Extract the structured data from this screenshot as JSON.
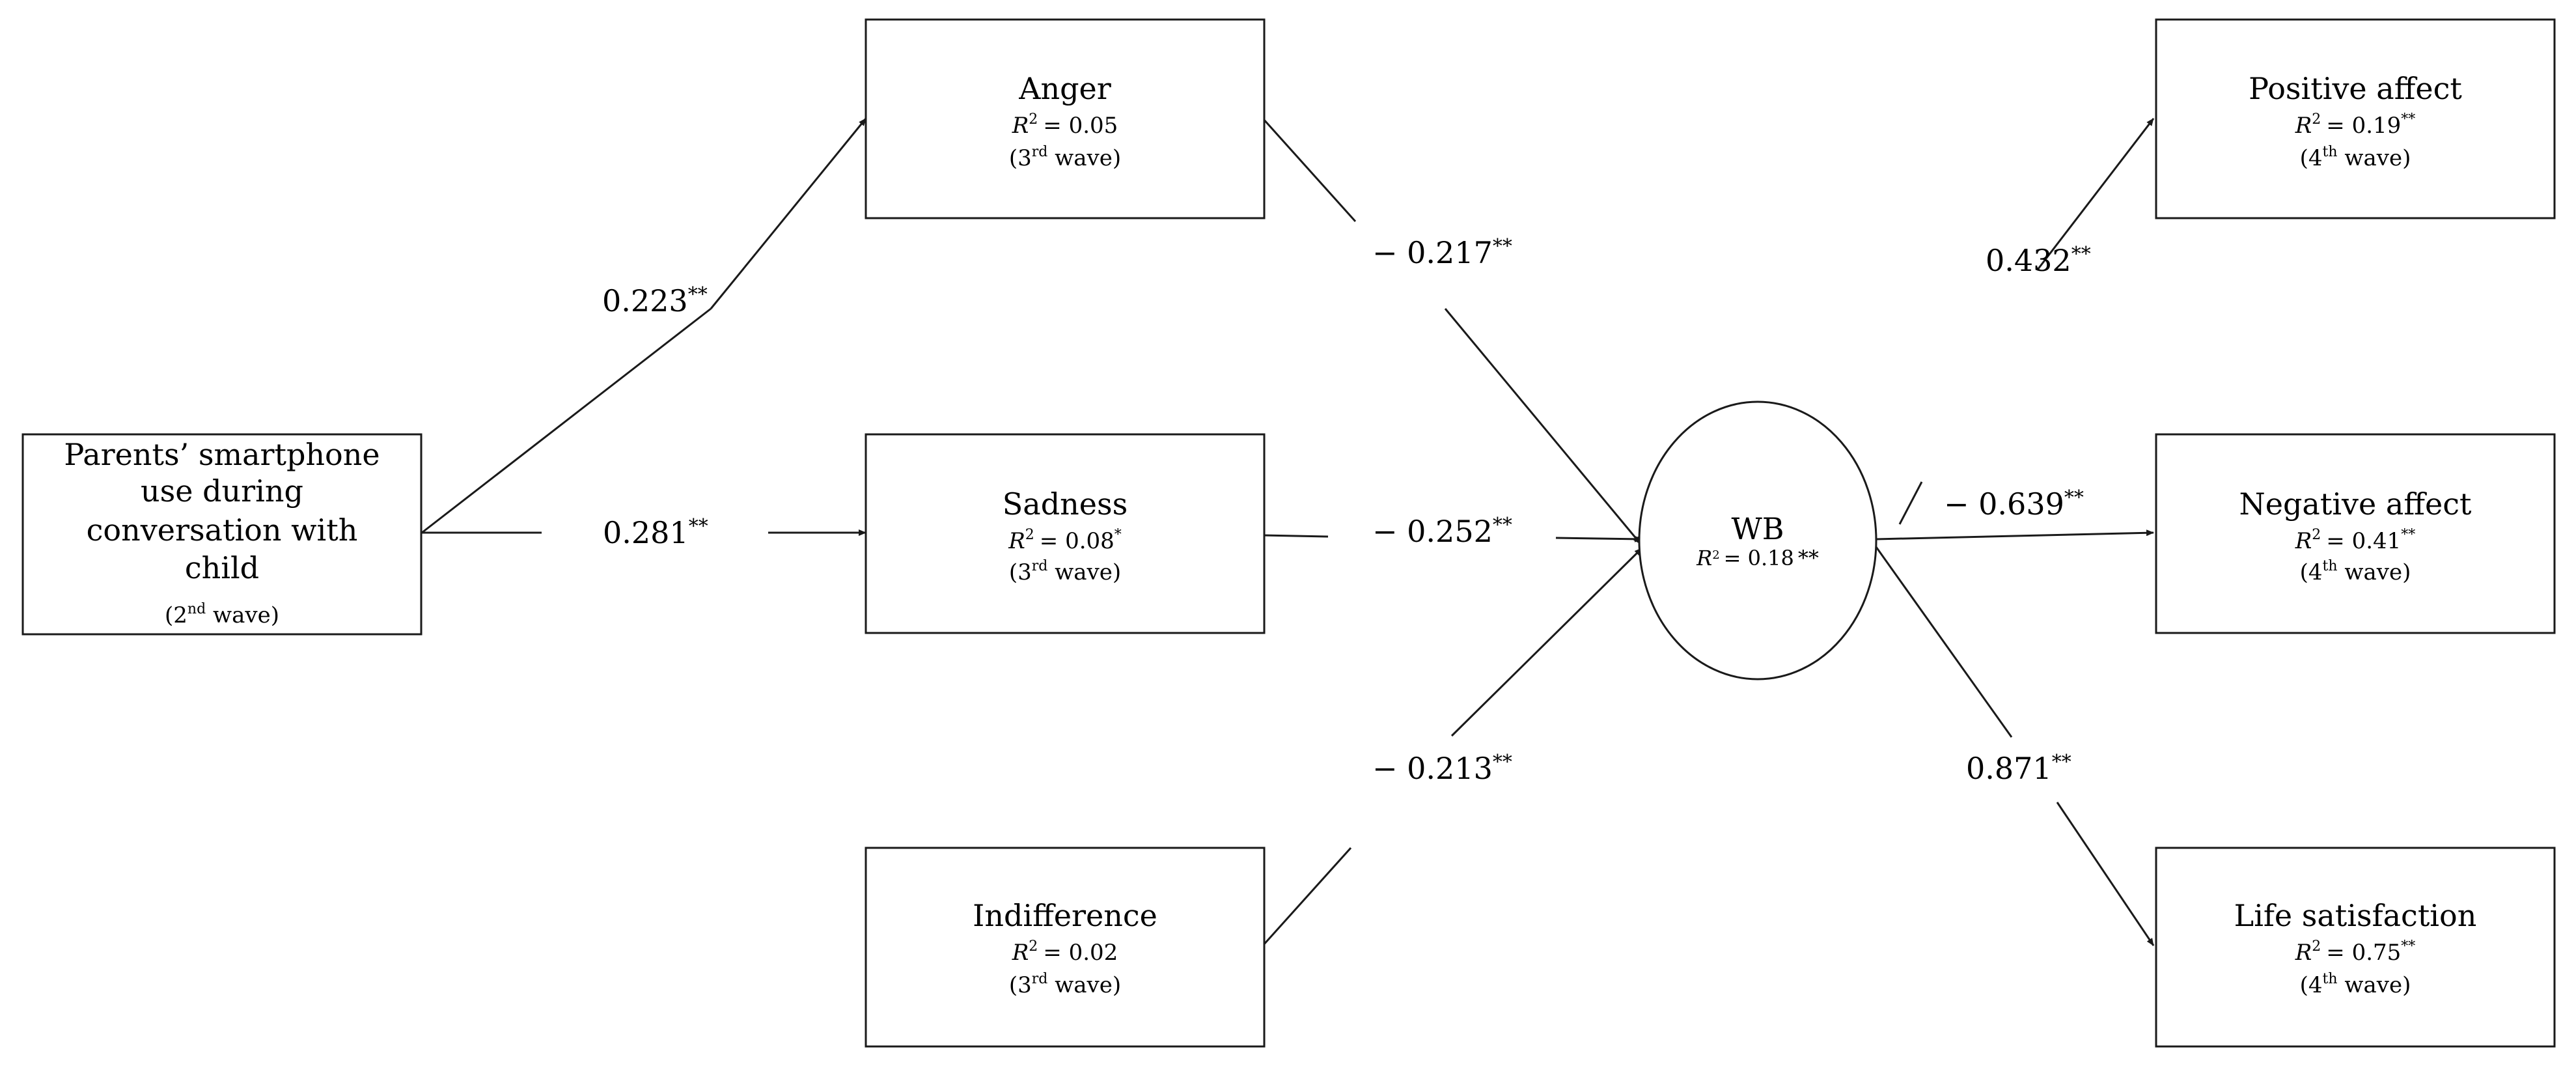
{
  "nodes": {
    "predictor": {
      "title_lines": [
        "Parents’ smartphone",
        "use during",
        "conversation  with",
        "child"
      ],
      "wave": "(2",
      "wave_sup": "nd",
      "wave_suffix": " wave)"
    },
    "anger": {
      "title": "Anger",
      "r2": "= 0.05",
      "r2_sup": "",
      "wave": "(3",
      "wave_sup": "rd",
      "wave_suffix": " wave)"
    },
    "sadness": {
      "title": "Sadness",
      "r2": "= 0.08",
      "r2_sup": "*",
      "wave": "(3",
      "wave_sup": "rd",
      "wave_suffix": " wave)"
    },
    "indifference": {
      "title": "Indifference",
      "r2": "= 0.02",
      "r2_sup": "",
      "wave": "(3",
      "wave_sup": "rd",
      "wave_suffix": " wave)"
    },
    "wb": {
      "title": "WB",
      "r2": "= 0.18",
      "r2_sup": "**"
    },
    "positive_affect": {
      "title": "Positive  affect",
      "r2": "= 0.19",
      "r2_sup": "**",
      "wave": "(4",
      "wave_sup": "th",
      "wave_suffix": " wave)"
    },
    "negative_affect": {
      "title": "Negative  affect",
      "r2": "= 0.41",
      "r2_sup": "**",
      "wave": "(4",
      "wave_sup": "th",
      "wave_suffix": " wave)"
    },
    "life_satisfaction": {
      "title": "Life  satisfaction",
      "r2": "= 0.75",
      "r2_sup": "**",
      "wave": "(4",
      "wave_sup": "th",
      "wave_suffix": " wave)"
    }
  },
  "r2_symbol": "R",
  "r2_power": "2",
  "paths": [
    {
      "from": "predictor",
      "to": "anger",
      "coefficient": "0.223",
      "sig": "**"
    },
    {
      "from": "predictor",
      "to": "sadness",
      "coefficient": "0.281",
      "sig": "**"
    },
    {
      "from": "anger",
      "to": "wb",
      "coefficient": "− 0.217",
      "sig": "**"
    },
    {
      "from": "sadness",
      "to": "wb",
      "coefficient": "− 0.252",
      "sig": "**"
    },
    {
      "from": "indifference",
      "to": "wb",
      "coefficient": "− 0.213",
      "sig": "**"
    },
    {
      "from": "wb",
      "to": "positive_affect",
      "coefficient": "0.432",
      "sig": "**"
    },
    {
      "from": "wb",
      "to": "negative_affect",
      "coefficient": "−  0.639",
      "sig": "**"
    },
    {
      "from": "wb",
      "to": "life_satisfaction",
      "coefficient": "0.871",
      "sig": "**"
    }
  ]
}
